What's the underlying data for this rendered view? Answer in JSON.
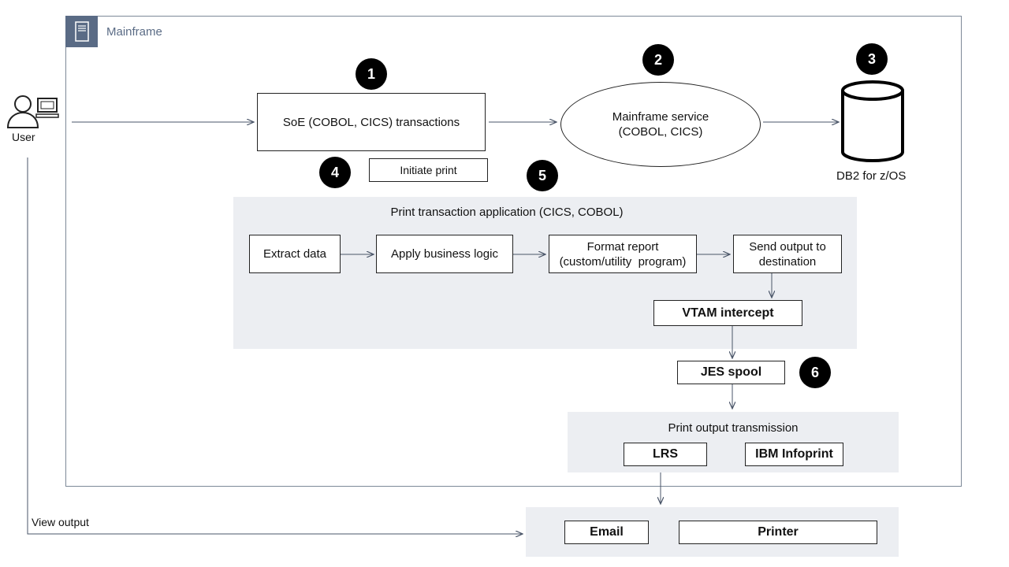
{
  "mainframe_label": "Mainframe",
  "user_label": "User",
  "view_output_label": "View output",
  "badges": [
    "1",
    "2",
    "3",
    "4",
    "5",
    "6"
  ],
  "soe_box": "SoE (COBOL, CICS) transactions",
  "initiate_print": "Initiate print",
  "mainframe_service": {
    "line1": "Mainframe service",
    "line2": "(COBOL, CICS)"
  },
  "db_label": "DB2 for z/OS",
  "print_app": {
    "title": "Print transaction application (CICS, COBOL)",
    "steps": {
      "extract": "Extract data",
      "business": "Apply business logic",
      "format_line1": "Format report",
      "format_line2": "(custom/utility  program)",
      "send_line1": "Send output to",
      "send_line2": "destination"
    },
    "vtam": "VTAM intercept"
  },
  "jes_spool": "JES spool",
  "print_output": {
    "title": "Print output transmission",
    "lrs": "LRS",
    "infoprint": "IBM Infoprint"
  },
  "destinations": {
    "email": "Email",
    "printer": "Printer"
  },
  "colors": {
    "frame": "#7d8998",
    "panel": "#eceef2",
    "accent": "#5a6b85",
    "arrow": "#4a5568"
  }
}
